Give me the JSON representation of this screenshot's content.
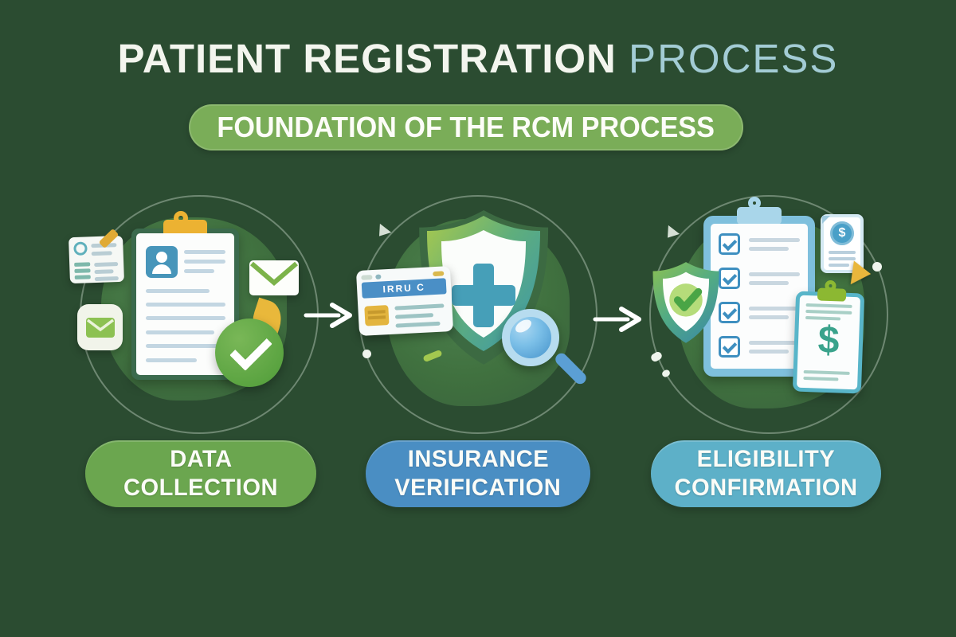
{
  "title": {
    "main": "PATIENT REGISTRATION",
    "accent": "PROCESS"
  },
  "banner": {
    "text": "FOUNDATION OF THE RCM PROCESS"
  },
  "palette": {
    "background": "#2b4c31",
    "title_main": "#f3f5ee",
    "title_accent": "#a3ccd5",
    "banner_bg": "#7aad58",
    "arrow": "#ffffff",
    "accent_yellow": "#ecb232",
    "accent_green": "#6fb14c",
    "accent_teal": "#469fb8"
  },
  "glyphs": {
    "dollar": "$"
  },
  "stages": [
    {
      "name": "data-collection",
      "label_line1": "DATA",
      "label_line2": "COLLECTION",
      "pill_color": "#6ba64f",
      "icons": [
        "patient-form-clipboard-icon",
        "id-card-icon",
        "mail-app-icon",
        "envelope-icon",
        "approved-check-icon",
        "leaf-icon",
        "pencil-icon"
      ]
    },
    {
      "name": "insurance-verification",
      "label_line1": "INSURANCE",
      "label_line2": "VERIFICATION",
      "pill_color": "#4a8ec3",
      "card_text": "IRRU C",
      "icons": [
        "medical-shield-cross-icon",
        "insurance-card-icon",
        "magnifier-icon"
      ]
    },
    {
      "name": "eligibility-confirmation",
      "label_line1": "ELIGIBILITY",
      "label_line2": "CONFIRMATION",
      "pill_color": "#5db0c8",
      "icons": [
        "checklist-clipboard-icon",
        "verified-shield-icon",
        "billing-statement-icon",
        "cost-clipboard-icon",
        "cursor-pointer-icon"
      ]
    }
  ]
}
